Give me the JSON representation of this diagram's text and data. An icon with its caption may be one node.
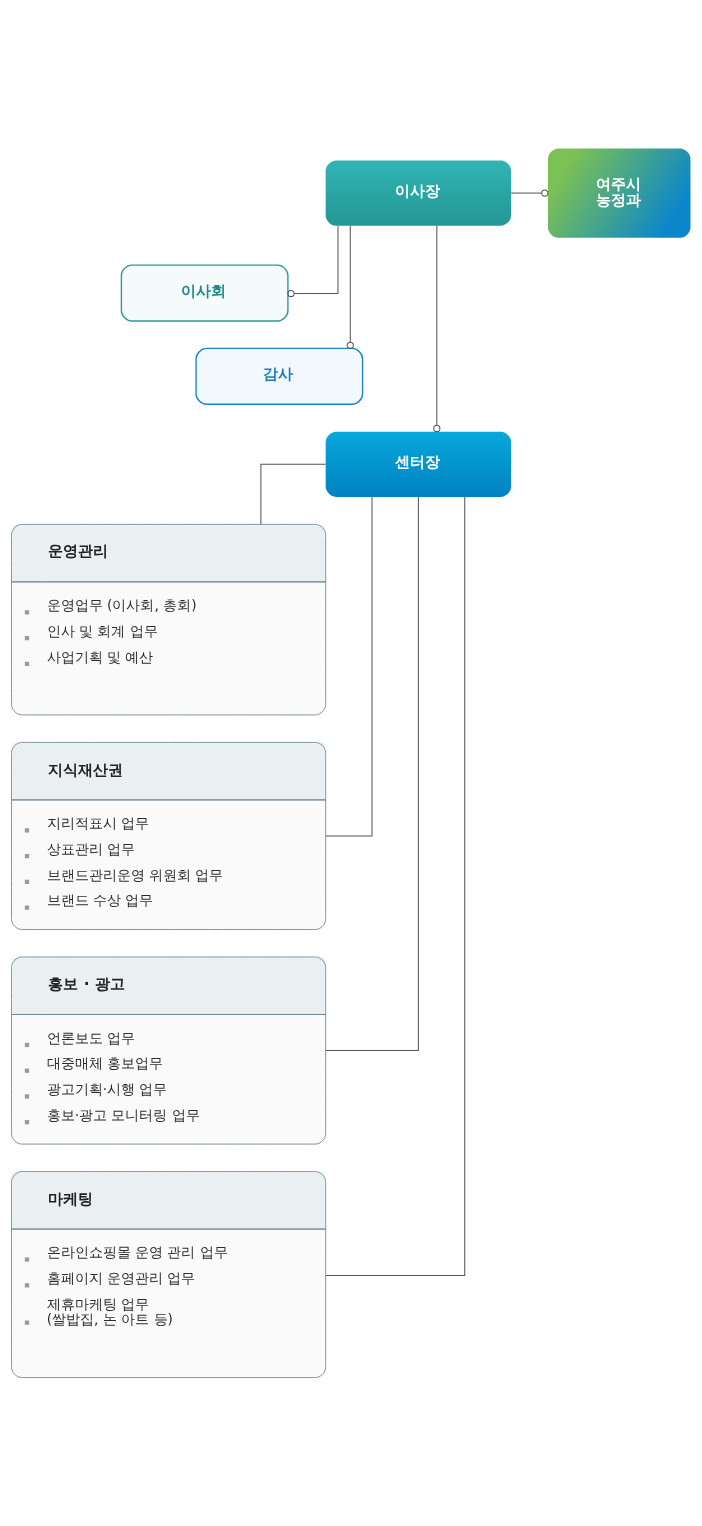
{
  "diagram": {
    "nodes": [
      {
        "text": [
          "이사장"
        ]
      },
      {
        "text": [
          "여주시 농정과"
        ]
      },
      {
        "text": [
          "이사회"
        ]
      },
      {
        "text": [
          "감사"
        ]
      },
      {
        "text": [
          "센터장"
        ]
      },
      {
        "text": [
          "운영관리",
          "운영업무 (이사회, 총회)",
          "인사 및 회계 업무",
          "사업기획 및 예산"
        ]
      },
      {
        "text": [
          "지식재산권",
          "지리적표시 업무",
          "상표관리 업무",
          "브랜드관리운영 위원회 업무",
          "브랜드 수상 업무"
        ]
      },
      {
        "text": [
          "홍보 · 광고",
          "언론보도 업무",
          "대중매체 홍보업무",
          "광고기획·시행 업무",
          "홍보·광고 모니터링 업무"
        ]
      },
      {
        "text": [
          "마케팅",
          "온라인쇼핑몰 운영 관리 업무",
          "홈페이지 운영관리 업무",
          "제휴마케팅 업무 (쌀밥집, 논 아트 등)"
        ]
      }
    ],
    "edges": [
      {
        "from": 0,
        "to": 1,
        "arrow": "other"
      },
      {
        "from": 0,
        "to": 2,
        "arrow": "other"
      },
      {
        "from": 0,
        "to": 3,
        "arrow": "other"
      },
      {
        "from": 0,
        "to": 4,
        "arrow": "other"
      },
      {
        "from": 4,
        "to": 5,
        "arrow": "none"
      },
      {
        "from": 4,
        "to": 6,
        "arrow": "none"
      },
      {
        "from": 4,
        "to": 7,
        "arrow": "none"
      },
      {
        "from": 4,
        "to": 8,
        "arrow": "none"
      }
    ]
  }
}
